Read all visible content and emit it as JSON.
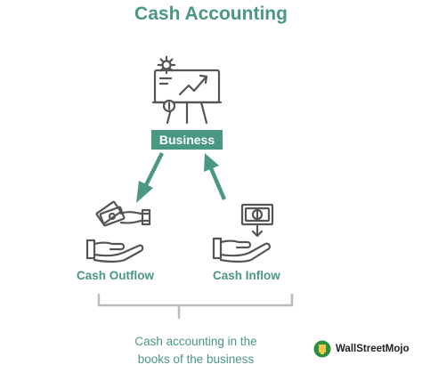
{
  "diagram": {
    "title": "Cash Accounting",
    "center_node": {
      "label": "Business",
      "icon": "presentation-board-icon"
    },
    "left_node": {
      "label": "Cash Outflow",
      "icon": "hand-giving-money-icon"
    },
    "right_node": {
      "label": "Cash Inflow",
      "icon": "hand-receiving-money-icon"
    },
    "caption_line1": "Cash accounting in the",
    "caption_line2": "books of the business",
    "brand": {
      "name": "WallStreetMojo",
      "icon": "wallstreetmojo-logo-icon"
    },
    "colors": {
      "accent": "#4a9784",
      "icon_stroke": "#555555",
      "bracket": "#bbbbbb"
    }
  }
}
